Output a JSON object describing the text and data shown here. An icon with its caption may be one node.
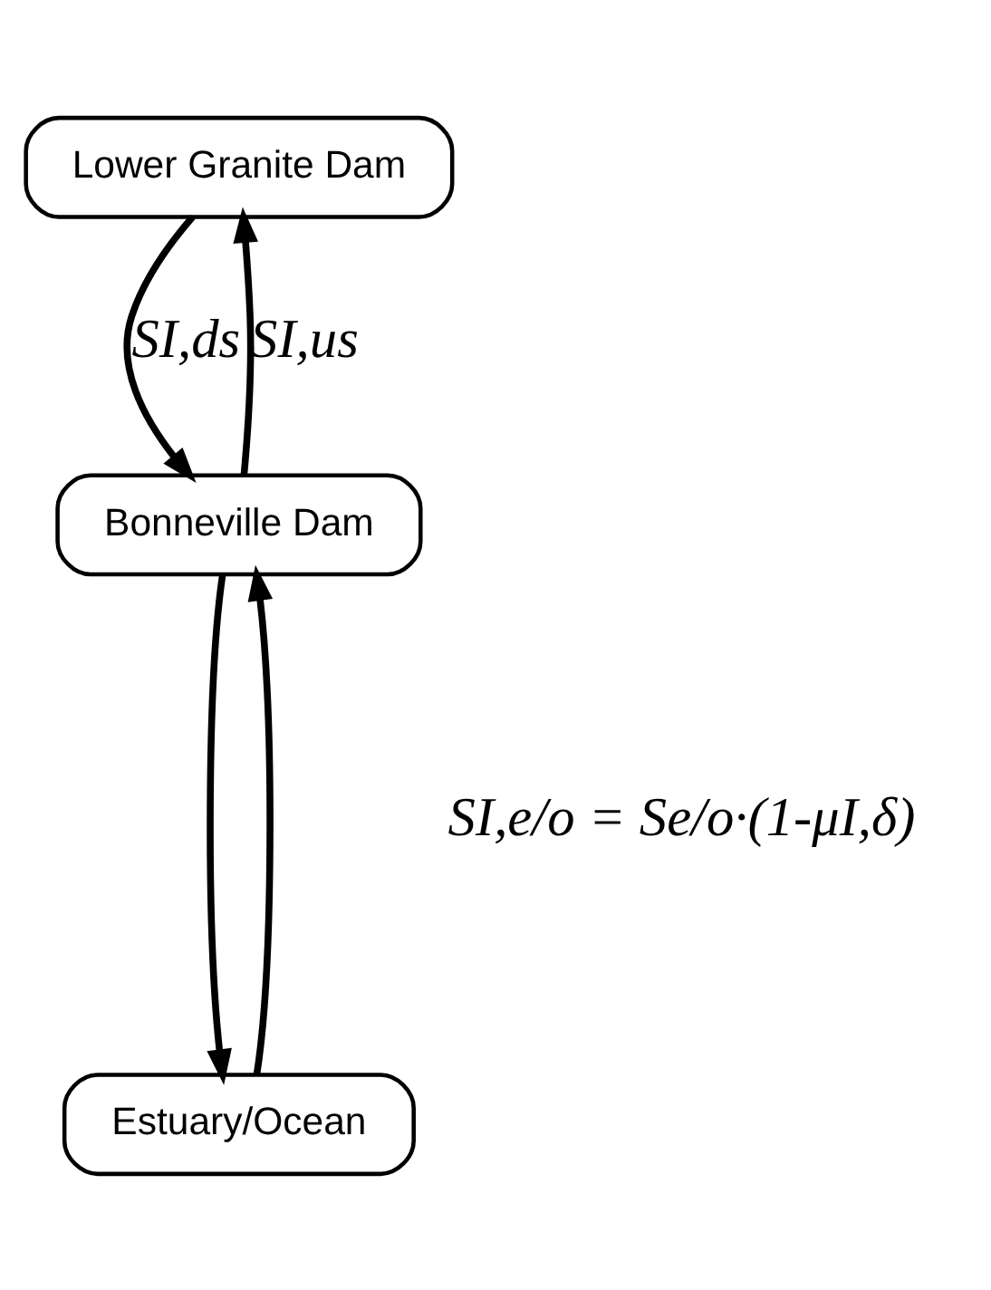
{
  "diagram": {
    "nodes": [
      {
        "text": [
          "Lower Granite Dam"
        ]
      },
      {
        "text": [
          "Bonneville Dam"
        ]
      },
      {
        "text": [
          "Estuary/Ocean"
        ]
      }
    ],
    "edges": [
      {
        "from": 0,
        "to": 1,
        "arrow": "to",
        "label": "SI,ds"
      },
      {
        "from": 1,
        "to": 0,
        "arrow": "to",
        "label": "SI,us"
      },
      {
        "from": 1,
        "to": 2,
        "arrow": "to"
      },
      {
        "from": 2,
        "to": 1,
        "arrow": "to"
      }
    ],
    "labels": [
      "SI,e/o = Se/o·(1-μI,δ)"
    ]
  }
}
